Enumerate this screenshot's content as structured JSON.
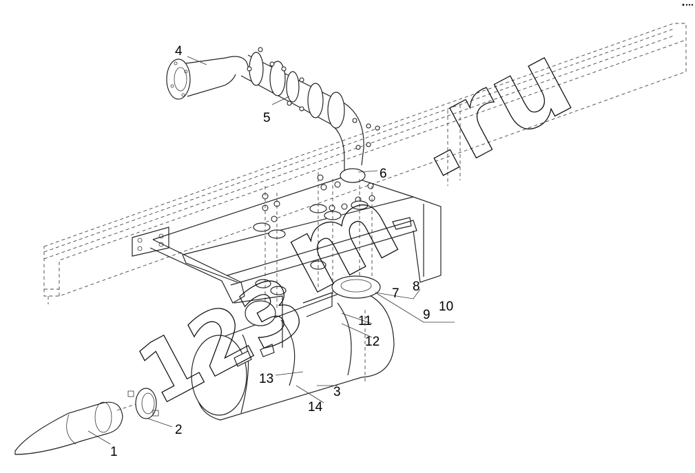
{
  "diagram": {
    "callouts": [
      {
        "id": "c1",
        "text": "1"
      },
      {
        "id": "c2",
        "text": "2"
      },
      {
        "id": "c3",
        "text": "3"
      },
      {
        "id": "c4",
        "text": "4"
      },
      {
        "id": "c5",
        "text": "5"
      },
      {
        "id": "c6",
        "text": "6"
      },
      {
        "id": "c7",
        "text": "7"
      },
      {
        "id": "c8",
        "text": "8"
      },
      {
        "id": "c9",
        "text": "9"
      },
      {
        "id": "c10",
        "text": "10"
      },
      {
        "id": "c11",
        "text": "11"
      },
      {
        "id": "c12",
        "text": "12"
      },
      {
        "id": "c13",
        "text": "13"
      },
      {
        "id": "c14",
        "text": "14"
      }
    ],
    "watermark_upper": ".ru",
    "watermark_mid": "m",
    "watermark_lower": "123"
  }
}
